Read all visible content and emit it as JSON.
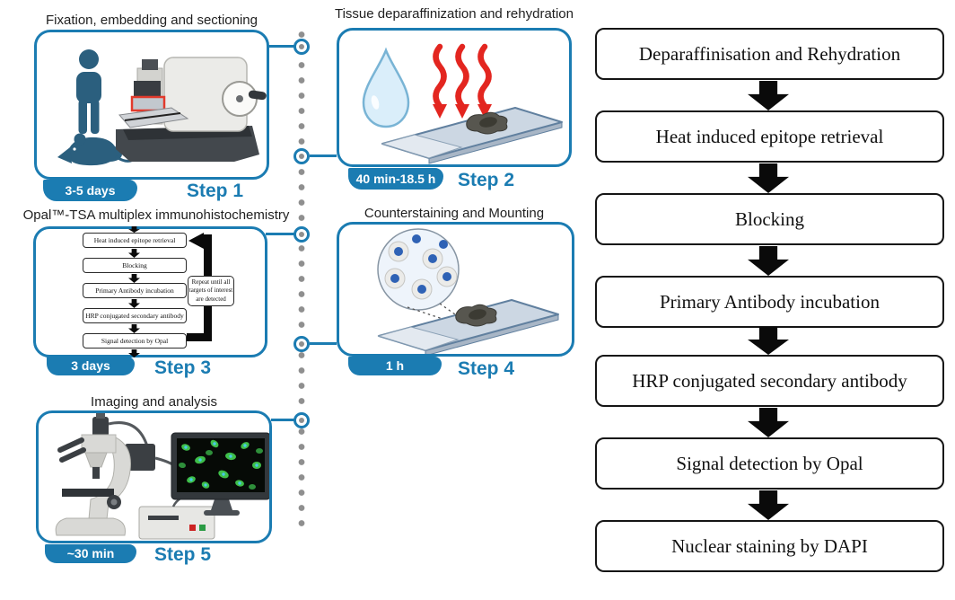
{
  "colors": {
    "accent_blue": "#1b7cb2",
    "flow_black": "#0a0a0a",
    "timeline_dot_gray": "#8f8f8f",
    "heat_red": "#e32620",
    "silhouette_blue": "#2b5f7e",
    "nucleus_blue": "#2f62b5",
    "cell_green": "#3fbf49"
  },
  "steps": [
    {
      "label": "Step 1",
      "title": "Fixation, embedding and sectioning",
      "duration": "3-5 days"
    },
    {
      "label": "Step 2",
      "title": "Tissue deparaffinization and rehydration",
      "duration": "40 min-18.5 h"
    },
    {
      "label": "Step 3",
      "title": "Opal™-TSA multiplex immunohistochemistry",
      "duration": "3 days"
    },
    {
      "label": "Step 4",
      "title": "Counterstaining and Mounting",
      "duration": "1 h"
    },
    {
      "label": "Step 5",
      "title": "Imaging and analysis",
      "duration": "~30 min"
    }
  ],
  "step3_flow": {
    "boxes": [
      "Heat induced epitope retrieval",
      "Blocking",
      "Primary Antibody incubation",
      "HRP conjugated secondary antibody",
      "Signal detection by Opal"
    ],
    "repeat_note_lines": [
      "Repeat until all",
      "targets of interest",
      "are detected"
    ]
  },
  "right_flow": {
    "boxes": [
      "Deparaffinisation and Rehydration",
      "Heat induced epitope retrieval",
      "Blocking",
      "Primary Antibody incubation",
      "HRP conjugated secondary antibody",
      "Signal detection by Opal",
      "Nuclear staining by DAPI"
    ]
  },
  "icons": {
    "step1": [
      "person-icon",
      "mouse-icon",
      "microtome-icon"
    ],
    "step2": [
      "water-drop-icon",
      "heat-arrows-icon",
      "tissue-slide-icon"
    ],
    "step4": [
      "cells-magnifier-icon",
      "tissue-slide-icon"
    ],
    "step5": [
      "microscope-icon",
      "monitor-cells-icon",
      "control-box-icon"
    ]
  }
}
